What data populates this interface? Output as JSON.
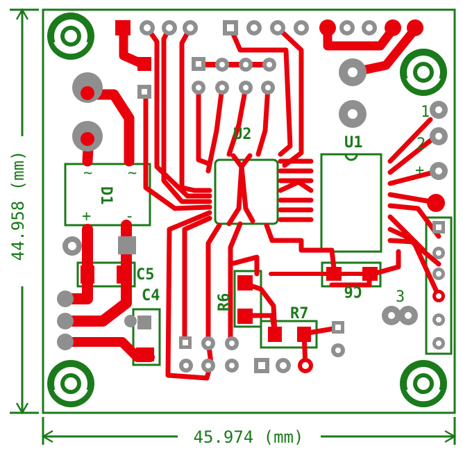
{
  "board": {
    "width_label": "45.974 (mm)",
    "height_label": "44.958 (mm)"
  },
  "components": {
    "u1": "U1",
    "u2": "U2",
    "d1": "D1",
    "c4": "C4",
    "c5": "C5",
    "r6": "R6",
    "r7": "R7",
    "c6": "C6"
  },
  "pin_labels": {
    "p1": "1",
    "p2": "2",
    "p3": "3",
    "plus": "+",
    "minus": "-",
    "tilde1": "~",
    "tilde2": "~"
  },
  "colors": {
    "silkscreen": "#1b7a1b",
    "copper": "#e8000b",
    "drill": "#8f8f8f"
  }
}
